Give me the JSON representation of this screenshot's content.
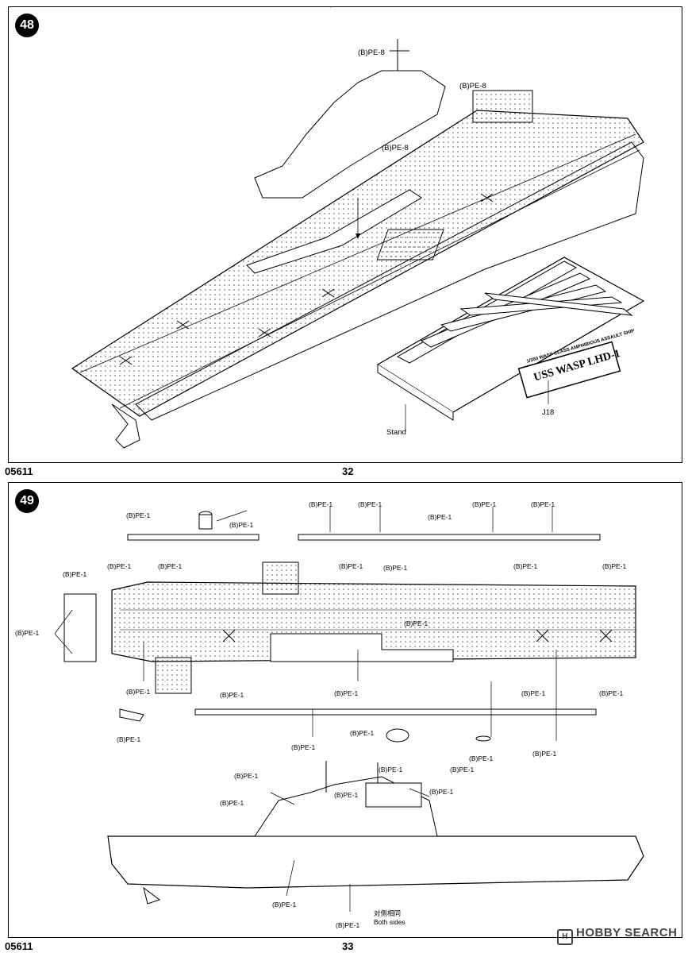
{
  "pages": {
    "top": {
      "step": "48",
      "code": "05611",
      "number": "32"
    },
    "bottom": {
      "step": "49",
      "code": "05611",
      "number": "33"
    }
  },
  "labels": {
    "pe8": "(B)PE-8",
    "pe1": "(B)PE-1",
    "stand": "Stand",
    "j18": "J18",
    "both_sides_cn": "对侧相同",
    "both_sides_en": "Both sides"
  },
  "nameplate": {
    "line1": "1/350 WASP CLASS AMPHIBIOUS ASSAULT SHIP",
    "line2": "USS WASP LHD-1"
  },
  "watermark": "HOBBY SEARCH",
  "colors": {
    "ink": "#000000",
    "paper": "#ffffff",
    "dots": "#555555"
  }
}
